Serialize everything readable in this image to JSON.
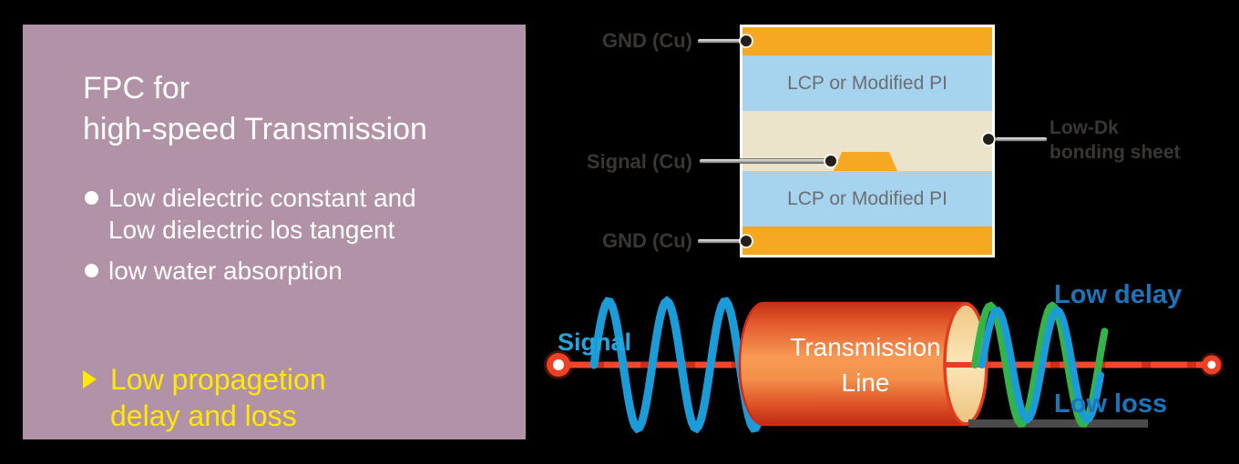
{
  "background": "#000000",
  "panel": {
    "background": "#b292a6",
    "text_color": "#ffffff",
    "title_line1": "FPC for",
    "title_line2": "high-speed Transmission",
    "bullets": [
      {
        "line1": "Low dielectric constant and",
        "line2": "Low dielectric los tangent"
      },
      {
        "line1": "low water absorption"
      }
    ],
    "highlight": {
      "line1": "Low propagetion",
      "line2": "delay and loss",
      "color": "#ffe900"
    }
  },
  "stack_diagram": {
    "labels": {
      "gnd_top": "GND (Cu)",
      "signal": "Signal (Cu)",
      "gnd_bottom": "GND (Cu)",
      "bonding_line1": "Low-Dk",
      "bonding_line2": "bonding sheet"
    },
    "layers": {
      "lcp_top": "LCP or Modified PI",
      "lcp_bottom": "LCP or Modified PI"
    },
    "colors": {
      "copper": "#f7a823",
      "dielectric": "#a6d3ee",
      "bonding_sheet": "#ece3cb",
      "label_text": "#3a3634",
      "layer_text": "#6d6e71"
    }
  },
  "transmission": {
    "signal_label": "Signal",
    "cylinder_line1": "Transmission",
    "cylinder_line2": "Line",
    "low_delay_label": "Low delay",
    "low_loss_label": "Low loss",
    "colors": {
      "signal_text": "#21a7de",
      "wave_blue": "#1b9cd8",
      "wave_green": "#33b44a",
      "line_red": "#e8402c",
      "label_blue": "#1c75bb"
    }
  }
}
